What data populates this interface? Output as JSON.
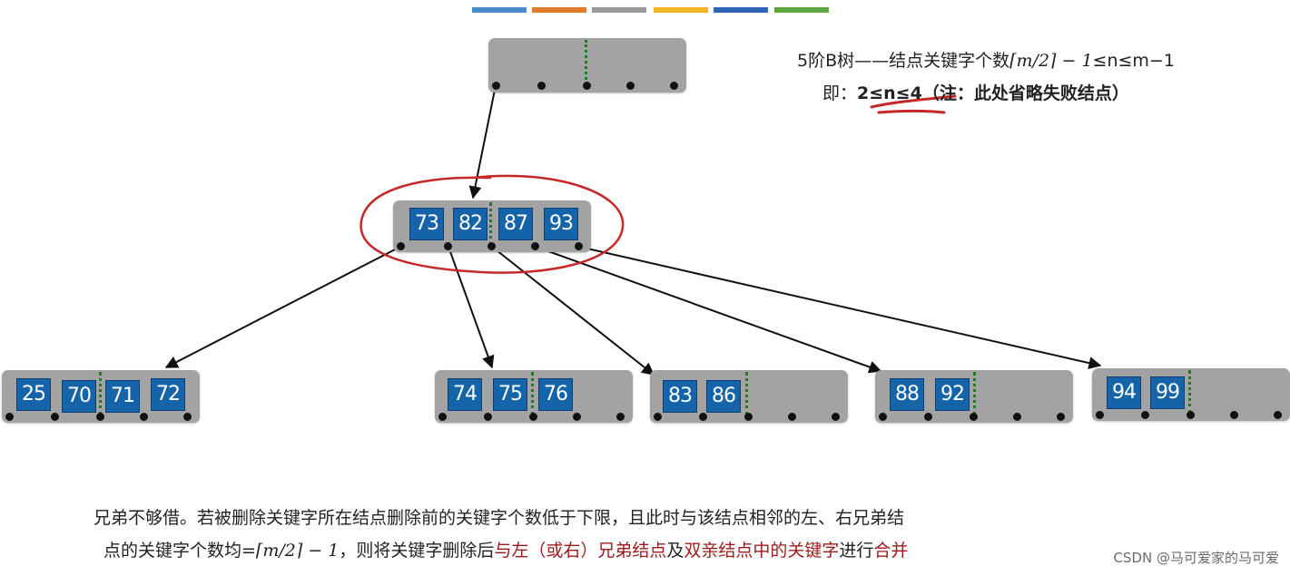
{
  "colors": {
    "stripes": [
      "#4a8cc9",
      "#e07b2e",
      "#9a9a9a",
      "#f0b51e",
      "#2f63b8",
      "#5ca63d"
    ],
    "node_fill": "#a3a3a3",
    "key_fill": "#1563a8",
    "annotation_red": "#c62828",
    "text_red": "#9b1b1b"
  },
  "tree": {
    "root": {
      "keys": []
    },
    "middle": {
      "keys": [
        "73",
        "82",
        "87",
        "93"
      ]
    },
    "leaves": [
      {
        "keys": [
          "25",
          "70",
          "71",
          "72"
        ]
      },
      {
        "keys": [
          "74",
          "75",
          "76"
        ]
      },
      {
        "keys": [
          "83",
          "86"
        ]
      },
      {
        "keys": [
          "88",
          "92"
        ]
      },
      {
        "keys": [
          "94",
          "99"
        ]
      }
    ]
  },
  "note": {
    "line1_prefix": "5阶B树——结点关键字个数",
    "line1_math": "⌈m/2⌉ − 1",
    "line1_suffix": "≤n≤m−1",
    "line2_prefix": "即：",
    "line2_range": "2≤n≤4",
    "line2_suffix": "（注：此处省略失败结点）"
  },
  "caption": {
    "line1": "兄弟不够借。若被删除关键字所在结点删除前的关键字个数低于下限，且此时与该结点相邻的左、右兄弟结",
    "line2_a": "点的关键字个数均=",
    "line2_math": "⌈m/2⌉ − 1",
    "line2_b": "，则将关键字删除后",
    "line2_red1": "与左（或右）兄弟结点",
    "line2_c": "及",
    "line2_red2": "双亲结点中的关键字",
    "line2_d": "进行",
    "line2_red3": "合并"
  },
  "watermark": "CSDN @马可爱家的马可爱"
}
